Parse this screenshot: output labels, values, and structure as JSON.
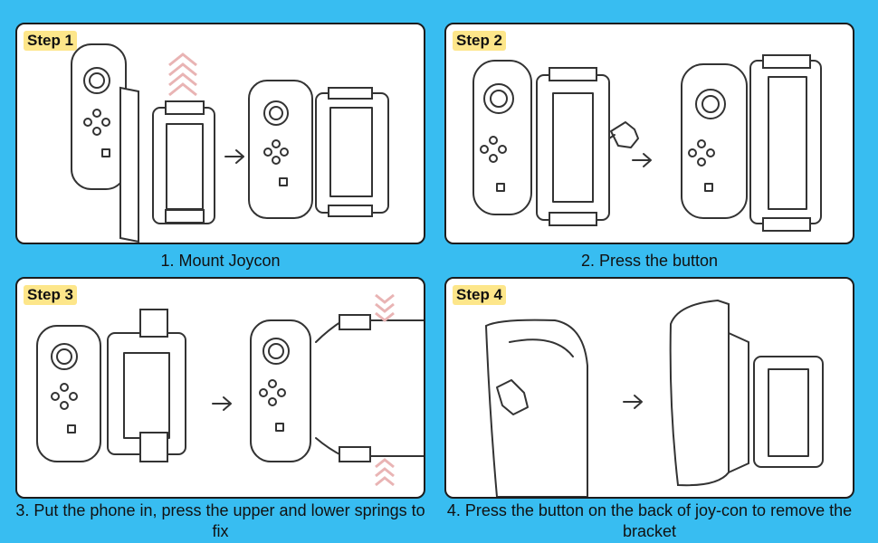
{
  "steps": [
    {
      "label": "Step 1",
      "caption": "1. Mount Joycon"
    },
    {
      "label": "Step 2",
      "caption": "2. Press the button"
    },
    {
      "label": "Step 3",
      "caption": "3. Put the phone in, press the upper and lower springs to fix"
    },
    {
      "label": "Step 4",
      "caption": "4. Press the button on the back of joy-con to remove the bracket"
    }
  ],
  "colors": {
    "background": "#38bdf1",
    "panel": "#ffffff",
    "label_highlight": "#fde68a",
    "chevron": "#e9b4b4"
  },
  "icons": [
    "joycon",
    "bracket",
    "arrow-right",
    "chevrons-up",
    "chevrons-down",
    "hand-pointer"
  ]
}
